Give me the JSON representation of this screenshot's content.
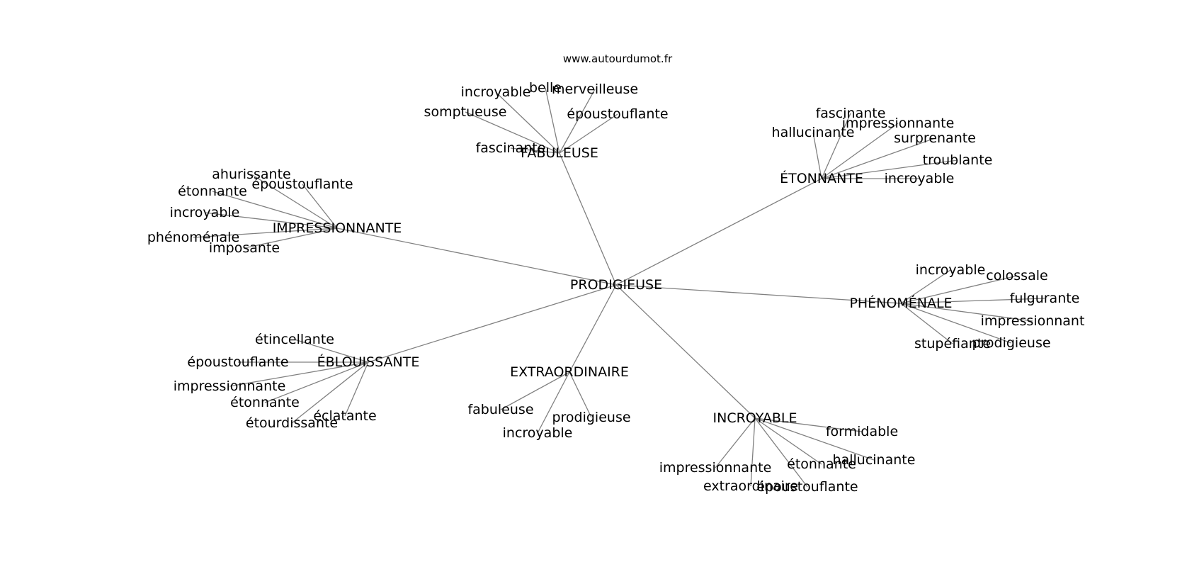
{
  "source": "www.autourdumot.fr",
  "root": "PRODIGIEUSE",
  "branches": [
    {
      "id": "fabuleuse",
      "label": "FABULEUSE",
      "children": [
        "incroyable",
        "belle",
        "merveilleuse",
        "somptueuse",
        "époustouflante",
        "fascinante"
      ]
    },
    {
      "id": "etonnante",
      "label": "ÉTONNANTE",
      "children": [
        "fascinante",
        "impressionnante",
        "hallucinante",
        "surprenante",
        "troublante",
        "incroyable"
      ]
    },
    {
      "id": "impressionnante",
      "label": "IMPRESSIONNANTE",
      "children": [
        "ahurissante",
        "époustouflante",
        "étonnante",
        "incroyable",
        "phénoménale",
        "imposante"
      ]
    },
    {
      "id": "phenomenale",
      "label": "PHÉNOMÉNALE",
      "children": [
        "incroyable",
        "colossale",
        "fulgurante",
        "impressionnant",
        "stupéfiante",
        "prodigieuse"
      ]
    },
    {
      "id": "eblouissante",
      "label": "ÉBLOUISSANTE",
      "children": [
        "étincellante",
        "époustouflante",
        "impressionnante",
        "étonnante",
        "éclatante",
        "étourdissante"
      ]
    },
    {
      "id": "extraordinaire",
      "label": "EXTRAORDINAIRE",
      "children": [
        "fabuleuse",
        "prodigieuse",
        "incroyable"
      ]
    },
    {
      "id": "incroyable",
      "label": "INCROYABLE",
      "children": [
        "formidable",
        "hallucinante",
        "étonnante",
        "impressionnante",
        "extraordinaire",
        "époustouflante"
      ]
    }
  ]
}
